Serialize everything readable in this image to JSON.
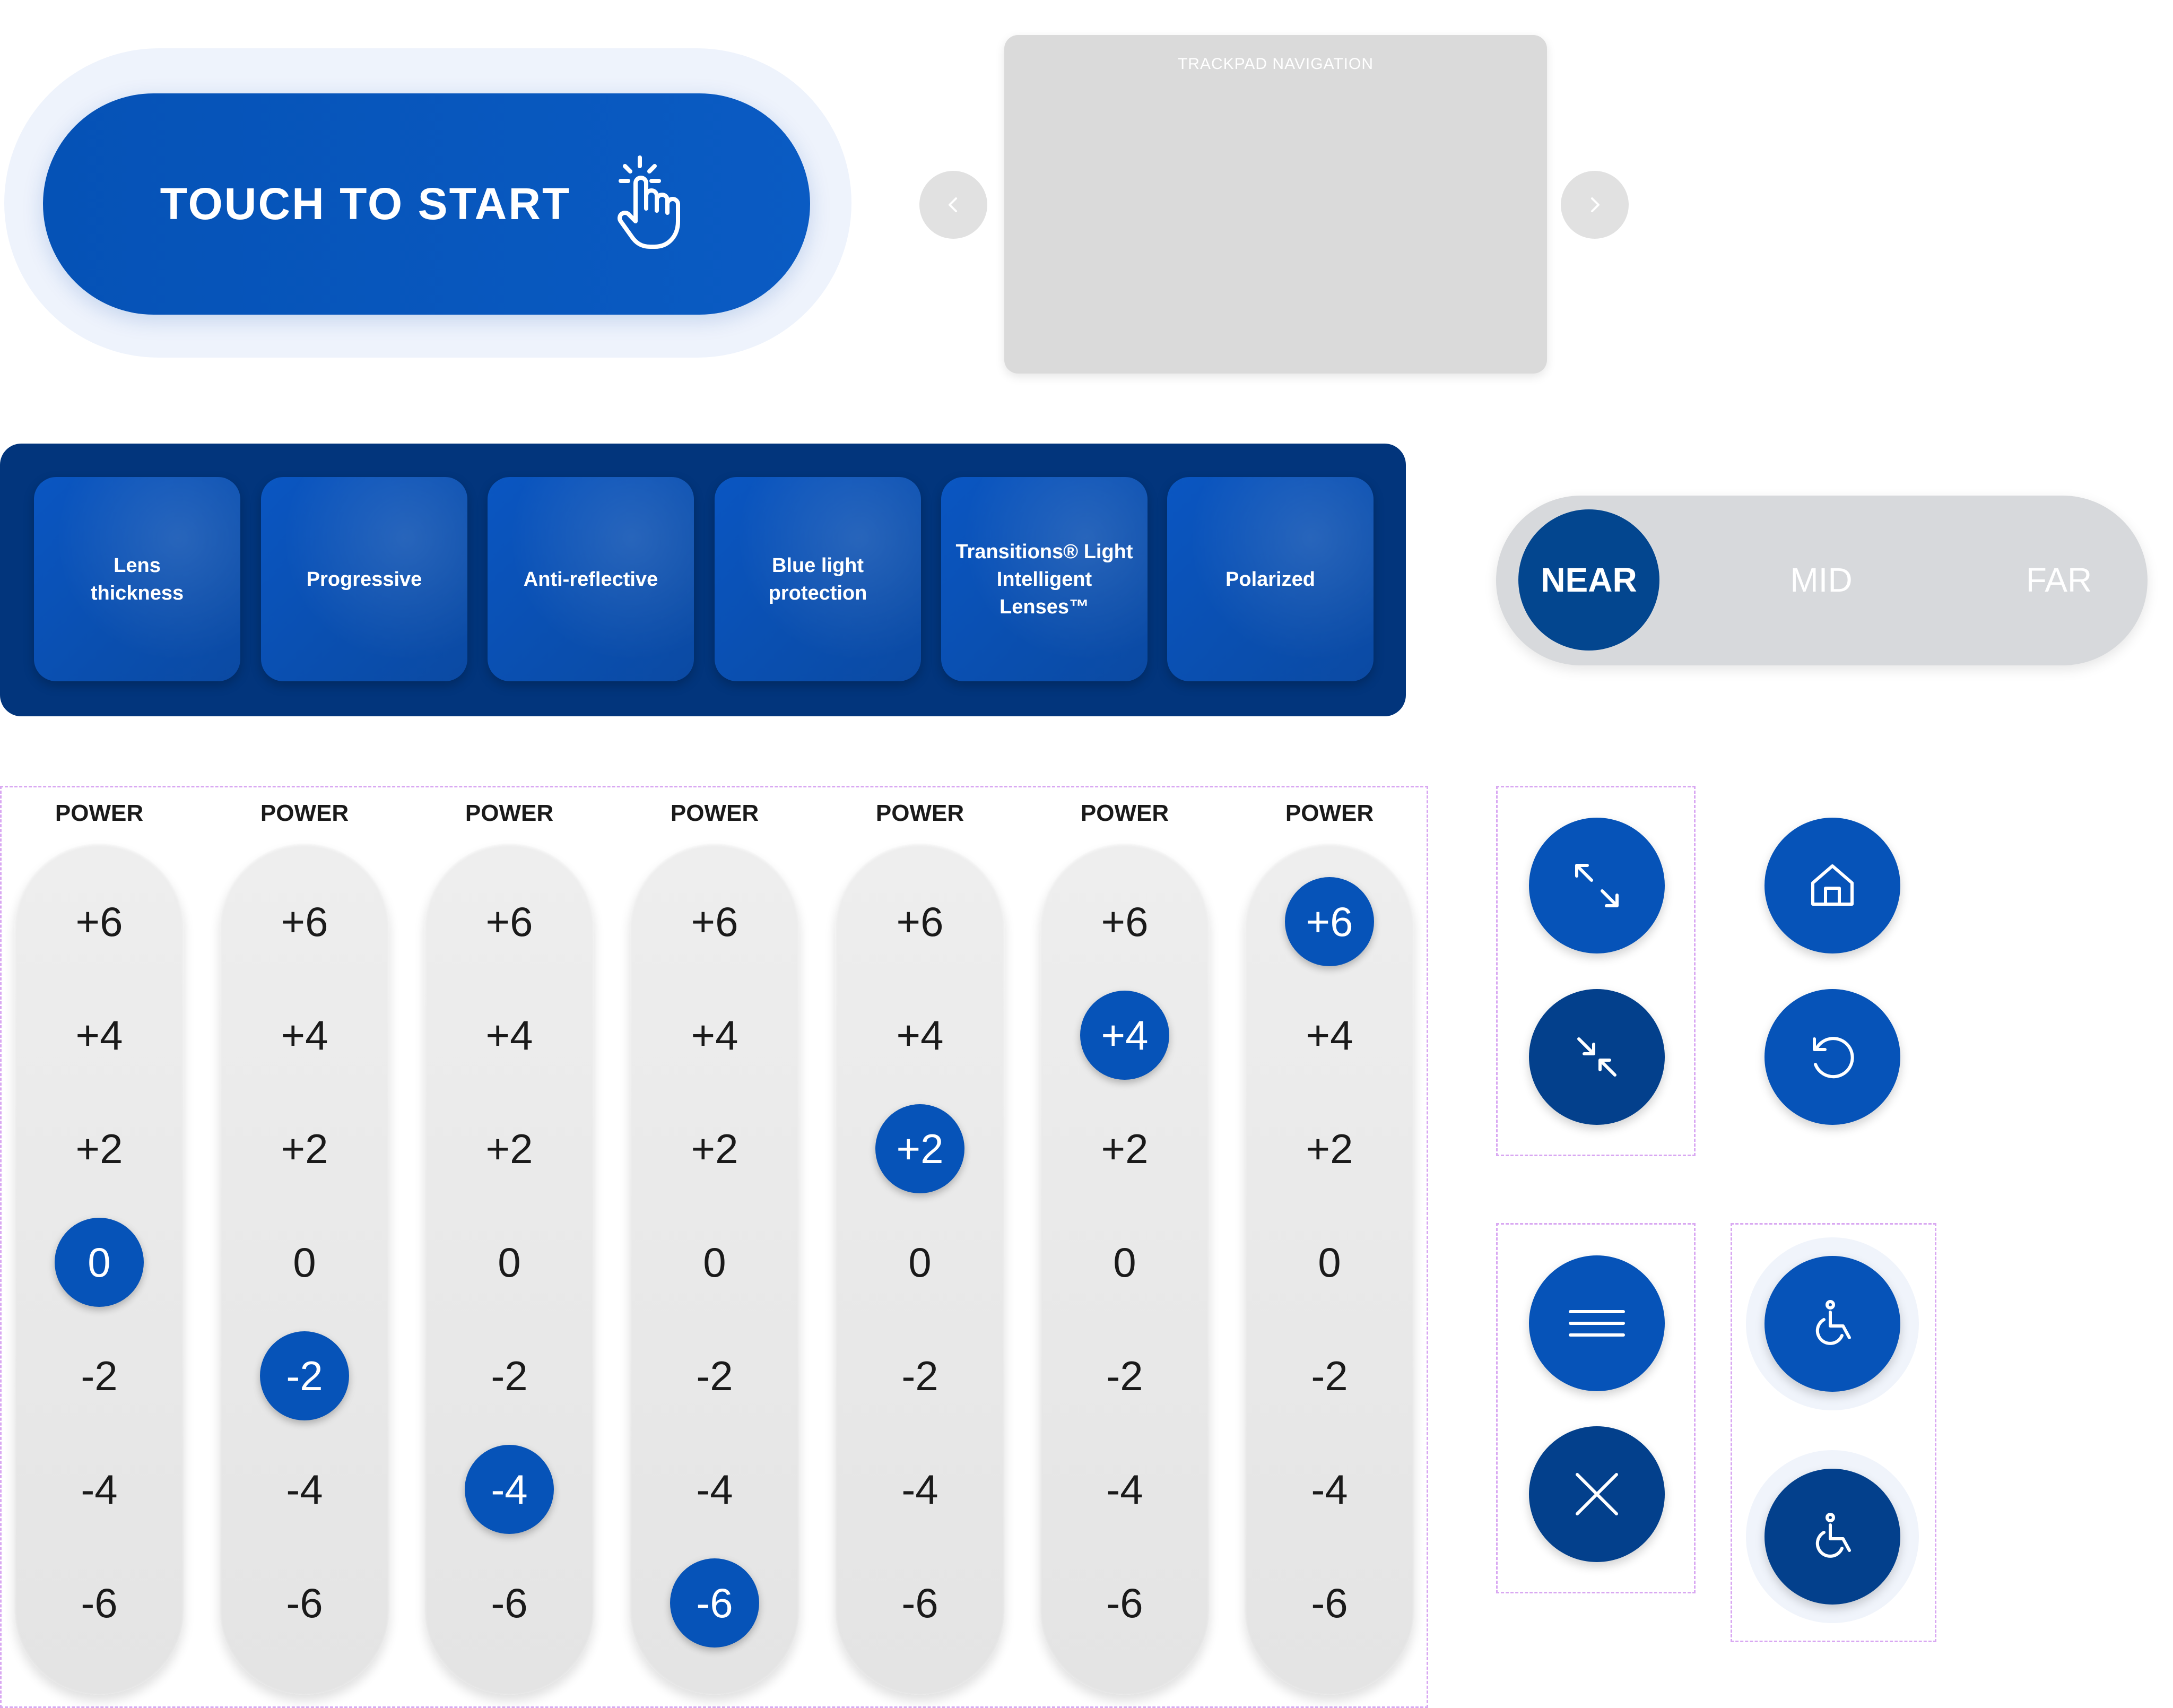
{
  "touch_start": {
    "label": "TOUCH TO START",
    "icon": "tap-hand-icon"
  },
  "trackpad": {
    "title": "TRACKPAD NAVIGATION",
    "prev_icon": "chevron-left-icon",
    "next_icon": "chevron-right-icon"
  },
  "lens_features": [
    {
      "label": "Lens\nthickness"
    },
    {
      "label": "Progressive"
    },
    {
      "label": "Anti-reflective"
    },
    {
      "label": "Blue light\nprotection"
    },
    {
      "label": "Transitions® Light\nIntelligent\nLenses™"
    },
    {
      "label": "Polarized"
    }
  ],
  "distance": {
    "options": [
      "NEAR",
      "MID",
      "FAR"
    ],
    "selected": "NEAR"
  },
  "power": {
    "label": "POWER",
    "values": [
      "+6",
      "+4",
      "+2",
      "0",
      "-2",
      "-4",
      "-6"
    ],
    "selected_per_column": [
      "0",
      "-2",
      "-4",
      "-6",
      "+2",
      "+4",
      "+6"
    ]
  },
  "icon_buttons": {
    "expand": "expand-icon",
    "collapse": "collapse-icon",
    "home": "home-icon",
    "reset": "reset-icon",
    "menu": "menu-icon",
    "close": "close-icon",
    "accessibility": "wheelchair-icon"
  },
  "colors": {
    "primary": "#0653b8",
    "dark": "#03408c",
    "strip": "#02357c",
    "track": "#dadada"
  }
}
